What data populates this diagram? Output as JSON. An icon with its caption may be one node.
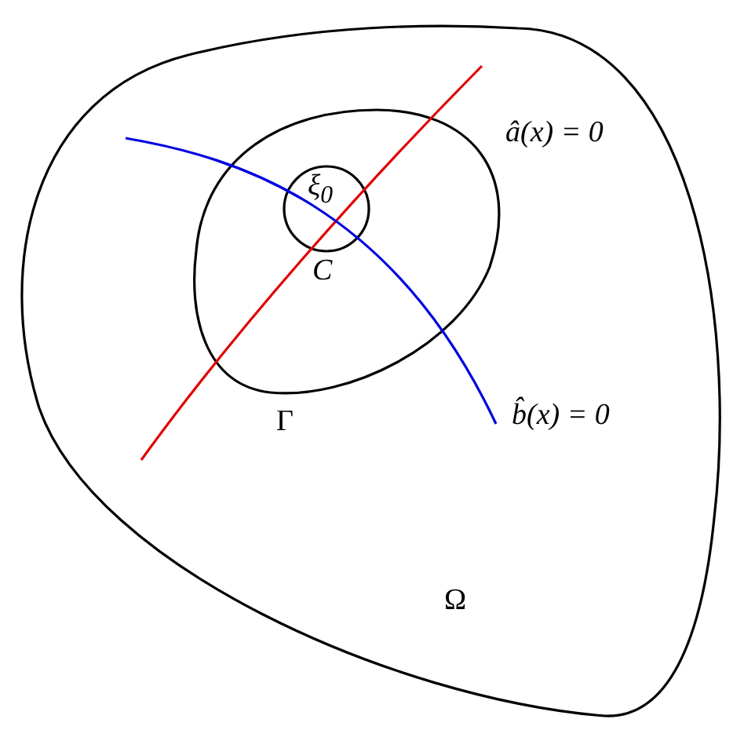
{
  "diagram": {
    "nodes": [
      {
        "text": [
          "Ω"
        ]
      },
      {
        "text": [
          "Γ"
        ],
        "in": 0
      },
      {
        "text": [
          "ξ$_{0}$",
          "C"
        ],
        "in": 1
      }
    ],
    "labels": [
      "â(x) = 0",
      "b̂(x) = 0"
    ]
  }
}
